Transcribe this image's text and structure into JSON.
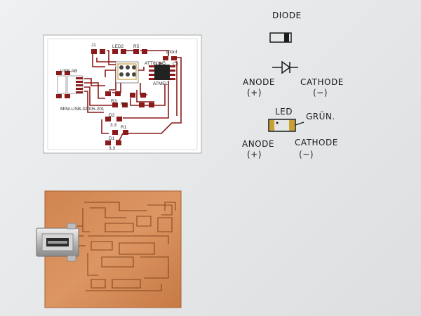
{
  "schematic": {
    "labels": {
      "j1": "J1",
      "led2": "LED2",
      "r5": "R5",
      "cap_val": "100nf",
      "c1": "C1",
      "usb_ab": "USB-AB",
      "mini_usb": "MINI-USB-32005-201",
      "r3": "R3",
      "r2": "R2",
      "d2": "D2",
      "d2_val": "3.3",
      "r1": "R1",
      "d1": "D1",
      "d1_val": "3.3",
      "attiny": "ATTINY45",
      "atmel": "ATMEL"
    }
  },
  "notes": {
    "diode_title": "DIODE",
    "anode1": "ANODE",
    "anode1_sign": "(+)",
    "cathode1": "CATHODE",
    "cathode1_sign": "(−)",
    "led_title": "LED",
    "grun": "GRÜN.",
    "anode2": "ANODE",
    "anode2_sign": "(+)",
    "cathode2": "CATHODE",
    "cathode2_sign": "(−)"
  },
  "colors": {
    "wall": "#e6e8ea",
    "paper": "#ffffff",
    "trace": "#8b1a1a",
    "copper": "#d98c57",
    "copper_dark": "#b86b3a",
    "ink": "#1a1a1a"
  }
}
